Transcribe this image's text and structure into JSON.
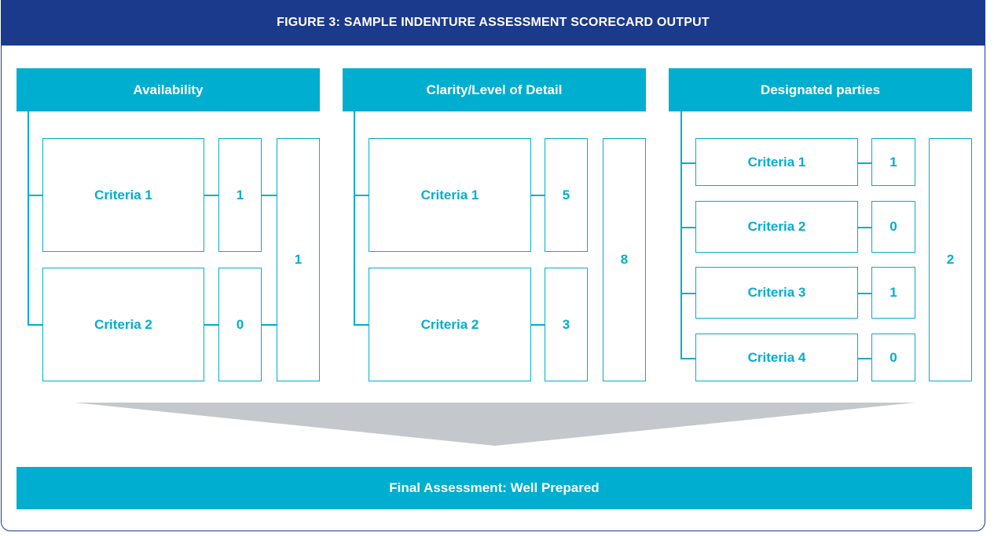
{
  "figure_title": "FIGURE 3: SAMPLE INDENTURE ASSESSMENT SCORECARD OUTPUT",
  "groups": [
    {
      "header": "Availability",
      "criteria": [
        {
          "label": "Criteria 1",
          "score": "1"
        },
        {
          "label": "Criteria 2",
          "score": "0"
        }
      ],
      "total": "1"
    },
    {
      "header": "Clarity/Level of Detail",
      "criteria": [
        {
          "label": "Criteria 1",
          "score": "5"
        },
        {
          "label": "Criteria 2",
          "score": "3"
        }
      ],
      "total": "8"
    },
    {
      "header": "Designated parties",
      "criteria": [
        {
          "label": "Criteria 1",
          "score": "1"
        },
        {
          "label": "Criteria 2",
          "score": "0"
        },
        {
          "label": "Criteria 3",
          "score": "1"
        },
        {
          "label": "Criteria 4",
          "score": "0"
        }
      ],
      "total": "2"
    }
  ],
  "final_assessment": "Final Assessment: Well Prepared",
  "colors": {
    "navy": "#1c3a8c",
    "cyan": "#00aecf",
    "gray": "#c4c8cc"
  }
}
